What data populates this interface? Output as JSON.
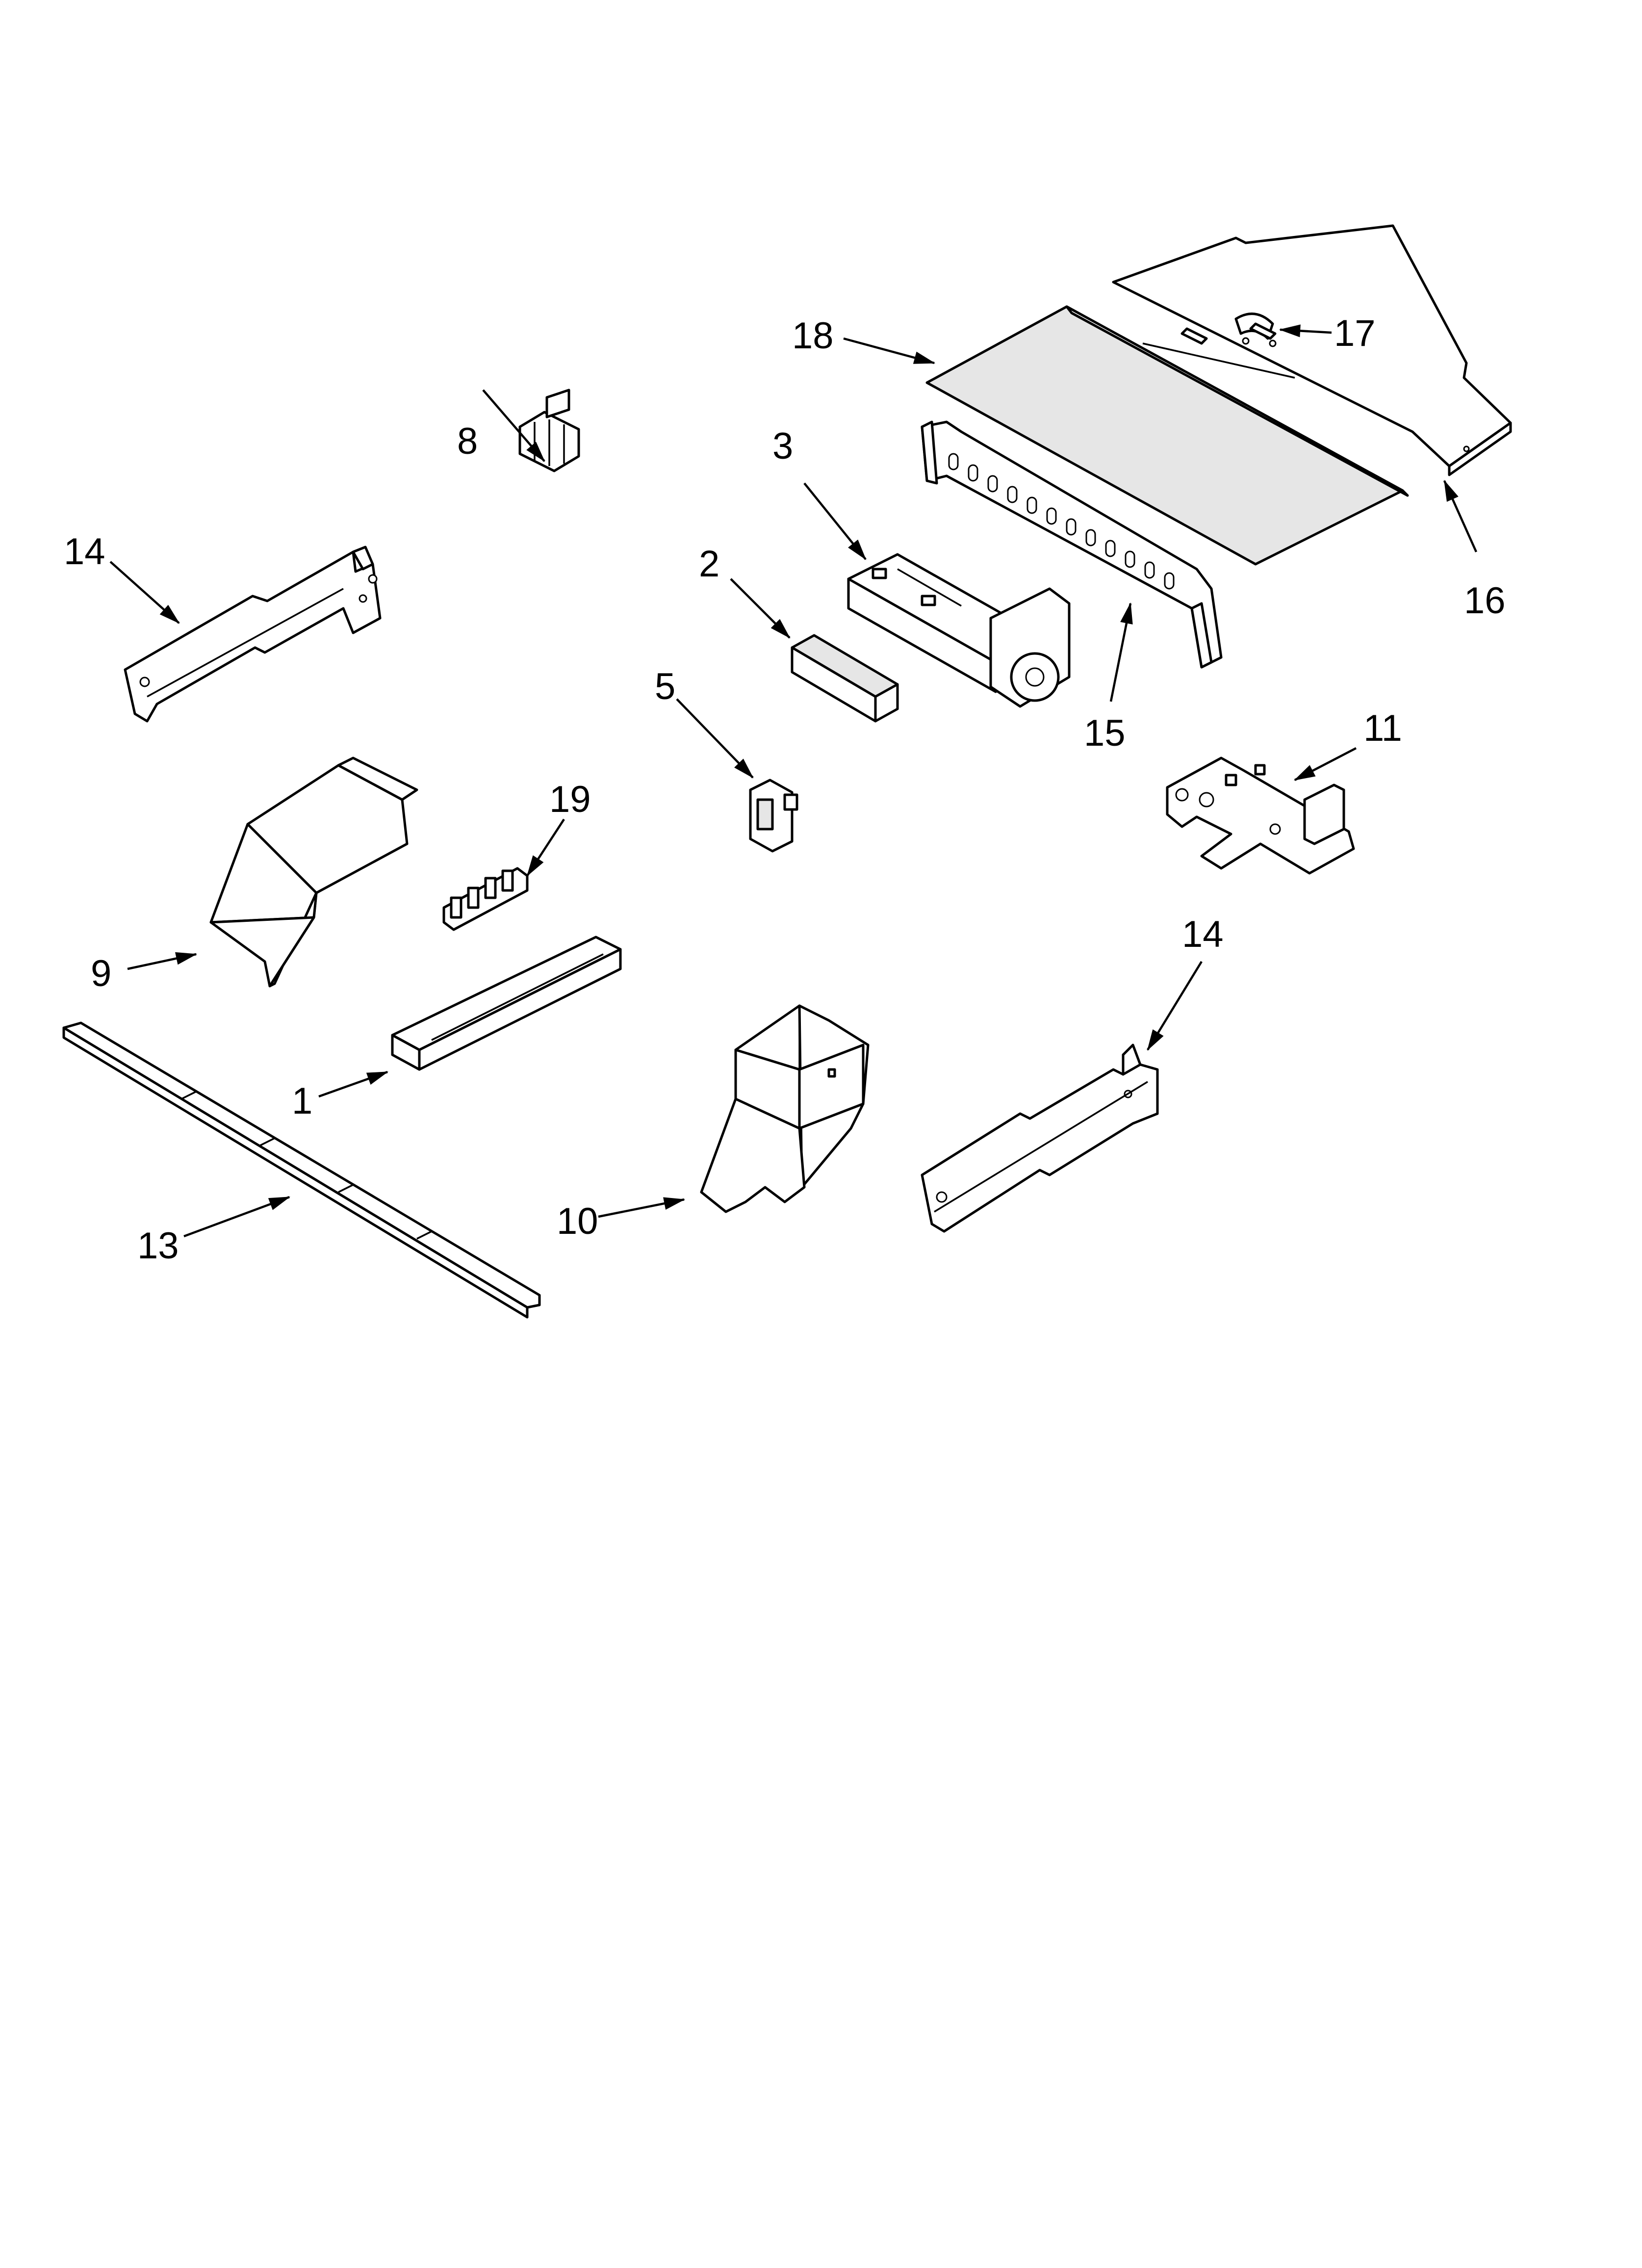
{
  "callouts": [
    {
      "id": "1",
      "label": "1"
    },
    {
      "id": "2",
      "label": "2"
    },
    {
      "id": "3",
      "label": "3"
    },
    {
      "id": "5",
      "label": "5"
    },
    {
      "id": "8",
      "label": "8"
    },
    {
      "id": "9",
      "label": "9"
    },
    {
      "id": "10",
      "label": "10"
    },
    {
      "id": "11",
      "label": "11"
    },
    {
      "id": "13",
      "label": "13"
    },
    {
      "id": "14a",
      "label": "14"
    },
    {
      "id": "14b",
      "label": "14"
    },
    {
      "id": "15",
      "label": "15"
    },
    {
      "id": "16",
      "label": "16"
    },
    {
      "id": "17",
      "label": "17"
    },
    {
      "id": "18",
      "label": "18"
    },
    {
      "id": "19",
      "label": "19"
    }
  ],
  "colors": {
    "line": "#000000",
    "background": "#ffffff",
    "shade": "#e6e6e6"
  }
}
